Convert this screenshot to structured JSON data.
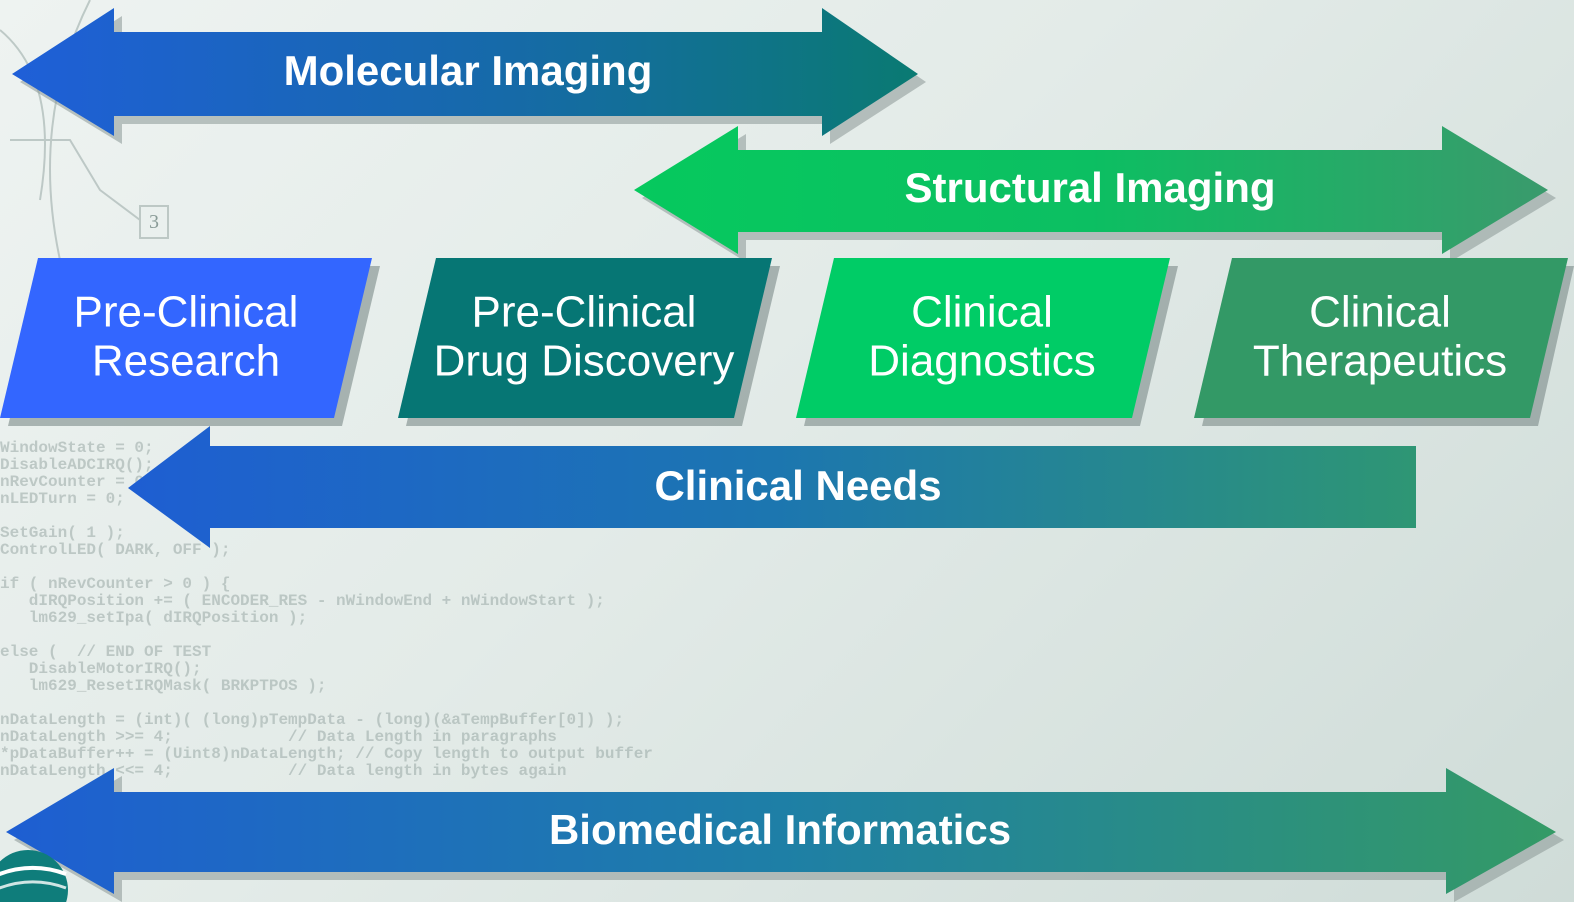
{
  "arrows": {
    "molecular": {
      "label": "Molecular Imaging"
    },
    "structural": {
      "label": "Structural Imaging"
    },
    "clinical_needs": {
      "label": "Clinical Needs"
    },
    "biomedical": {
      "label": "Biomedical Informatics"
    }
  },
  "stages": [
    {
      "line1": "Pre-Clinical",
      "line2": "Research",
      "color": "#3366ff"
    },
    {
      "line1": "Pre-Clinical",
      "line2": "Drug Discovery",
      "color": "#067674"
    },
    {
      "line1": "Clinical",
      "line2": "Diagnostics",
      "color": "#00cc66"
    },
    {
      "line1": "Clinical",
      "line2": "Therapeutics",
      "color": "#339966"
    }
  ],
  "colors": {
    "blue": "#1f63d6",
    "teal": "#087c74",
    "bright_green": "#08c85f",
    "green": "#35966a"
  }
}
